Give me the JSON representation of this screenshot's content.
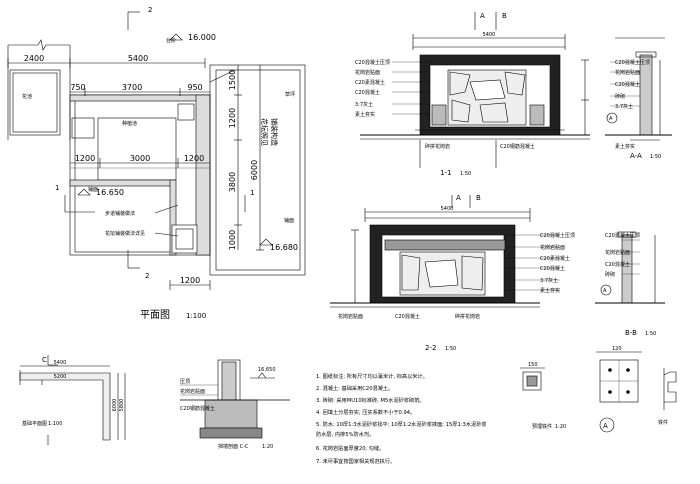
{
  "plan": {
    "title": "平面图",
    "scale": "1:100",
    "dims_top": [
      "2400",
      "5400"
    ],
    "dims_mid": [
      "750",
      "3700",
      "950"
    ],
    "dims_lower": [
      "1200",
      "3000",
      "1200"
    ],
    "dims_bottom": "1200",
    "dims_vertical": [
      "1500",
      "1200",
      "3800",
      "6000",
      "1000"
    ],
    "elevations": [
      "16.000",
      "16.650",
      "16.680"
    ],
    "labels": {
      "left_box": "花池",
      "right_text": "花坛照见",
      "right_text2": "铺装构造",
      "garden_inner": "种植池",
      "path1": "步道铺装做法",
      "path2": "花坛铺装做法详见",
      "stairs": "台阶",
      "level_mark": "铺面",
      "right_mark": "铺面",
      "lawn": "草坪"
    },
    "section_marks": [
      "1",
      "1",
      "2",
      "2"
    ]
  },
  "sec11": {
    "title": "1-1",
    "scale": "1:50",
    "top_dim": "5400",
    "marks": [
      "A",
      "B"
    ],
    "labels_left": [
      "C20混凝土压顶",
      "花岗岩贴面",
      "C20素混凝土",
      "C20混凝土",
      "3:7灰土",
      "素土夯实"
    ],
    "labels_bottom": [
      "碎拼花岗岩",
      "C20钢筋混凝土"
    ]
  },
  "secAA": {
    "title": "A-A",
    "scale": "1:50",
    "labels": [
      "C20混凝土压顶",
      "花岗岩贴面",
      "C20混凝土",
      "砖砌",
      "3:7灰土",
      "素土夯实"
    ],
    "mark": "A"
  },
  "sec22": {
    "title": "2-2",
    "scale": "1:50",
    "top_dim": "5400",
    "marks": [
      "A",
      "B"
    ],
    "labels_right": [
      "C20混凝土压顶",
      "花岗岩贴面",
      "C20素混凝土",
      "C20混凝土",
      "3:7灰土",
      "素土夯实"
    ],
    "labels_bottom": [
      "花岗岩贴面",
      "C20混凝土",
      "碎拼花岗岩"
    ]
  },
  "secBB": {
    "title": "B-B",
    "scale": "1:50",
    "labels": [
      "C20混凝土压顶",
      "花岗岩贴面",
      "C20混凝土",
      "砖砌"
    ],
    "mark": "A"
  },
  "planSmall": {
    "title": "基础平面图",
    "scale": "1:100",
    "mark": "C",
    "dims": [
      "5400",
      "5200",
      "6000",
      "5800"
    ]
  },
  "secCC": {
    "title": "挡墙剖面 C-C",
    "scale": "1:20",
    "labels": [
      "压顶",
      "花岗岩贴面",
      "C20钢筋混凝土"
    ],
    "elev": "16.650"
  },
  "notes": {
    "items": [
      "1. 图纸标注: 所有尺寸均以毫米计, 标高以米计。",
      "2. 混凝土: 基础采用C20混凝土。",
      "3. 砖砌: 采用MU10标准砖, M5水泥砂浆砌筑。",
      "4. 回填土分层夯实, 压实系数不小于0.94。",
      "5. 防水: 10厚1:3水泥砂浆找平; 10厚1:2水泥砂浆抹面; 15厚1:3水泥砂浆",
      "   防水层, 内掺5%防水剂。",
      "6. 花岗岩贴面厚度20, 勾缝。",
      "7. 未尽事宜按国家相关规范执行。"
    ]
  },
  "details": {
    "detail1": "预埋铁件",
    "detail1_scale": "1:20",
    "detail2_mark": "A",
    "detail3": "铁件",
    "dims": [
      "150",
      "120"
    ]
  }
}
